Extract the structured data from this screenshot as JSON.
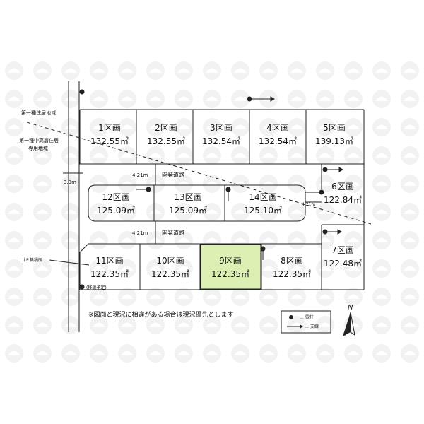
{
  "colors": {
    "background": "#ffffff",
    "watermark": "#f0f0f0",
    "lines": "#222222",
    "highlight_lot_fill": "#dcf0b4"
  },
  "zones": {
    "upper": "第一種住居地域",
    "lower_line1": "第一種中高層住居",
    "lower_line2": "専用地域"
  },
  "roads": {
    "west_width": "3.3m",
    "upper_road_width": "4.21m",
    "upper_road_name": "開発道路",
    "lower_road_width": "4.21m",
    "lower_road_name": "開発道路",
    "branch_width": "4.21m"
  },
  "lots": [
    {
      "name": "1区画",
      "area": "132.55㎡"
    },
    {
      "name": "2区画",
      "area": "132.55㎡"
    },
    {
      "name": "3区画",
      "area": "132.54㎡"
    },
    {
      "name": "4区画",
      "area": "132.54㎡"
    },
    {
      "name": "5区画",
      "area": "139.13㎡"
    },
    {
      "name": "6区画",
      "area": "122.84㎡"
    },
    {
      "name": "7区画",
      "area": "122.48㎡"
    },
    {
      "name": "8区画",
      "area": "122.35㎡"
    },
    {
      "name": "9区画",
      "area": "122.35㎡",
      "highlighted": true
    },
    {
      "name": "10区画",
      "area": "122.35㎡"
    },
    {
      "name": "11区画",
      "area": "122.35㎡"
    },
    {
      "name": "12区画",
      "area": "125.09㎡"
    },
    {
      "name": "13区画",
      "area": "125.09㎡"
    },
    {
      "name": "14区画",
      "area": "125.10㎡"
    }
  ],
  "annotations": {
    "garbage": "ゴミ集積所",
    "planned_relocation": "(移設予定)",
    "disclaimer": "※図面と現況に相違がある場合は現況優先とします"
  },
  "legend": {
    "pole_icon": "utility-pole-icon",
    "pole_label": "… 電柱",
    "stay_icon": "guy-wire-icon",
    "stay_label": "… 支線"
  },
  "compass": {
    "icon": "north-arrow-icon",
    "label": "N"
  }
}
